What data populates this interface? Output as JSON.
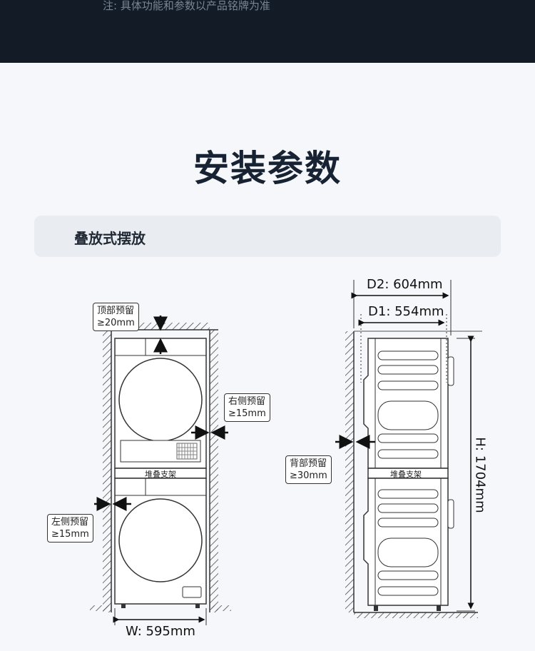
{
  "header": {
    "note": "注: 具体功能和参数以产品铭牌为准"
  },
  "page": {
    "title": "安装参数"
  },
  "section": {
    "label": "叠放式摆放"
  },
  "front_view": {
    "top_clearance": {
      "name": "顶部预留",
      "value": "≥20mm"
    },
    "right_clearance": {
      "name": "右侧预留",
      "value": "≥15mm"
    },
    "left_clearance": {
      "name": "左侧预留",
      "value": "≥15mm"
    },
    "stack_bracket": "堆叠支架",
    "width": "W: 595mm"
  },
  "side_view": {
    "d2": "D2: 604mm",
    "d1": "D1: 554mm",
    "back_clearance": {
      "name": "背部预留",
      "value": "≥30mm"
    },
    "stack_bracket": "堆叠支架",
    "height": "H: 1704mm"
  }
}
